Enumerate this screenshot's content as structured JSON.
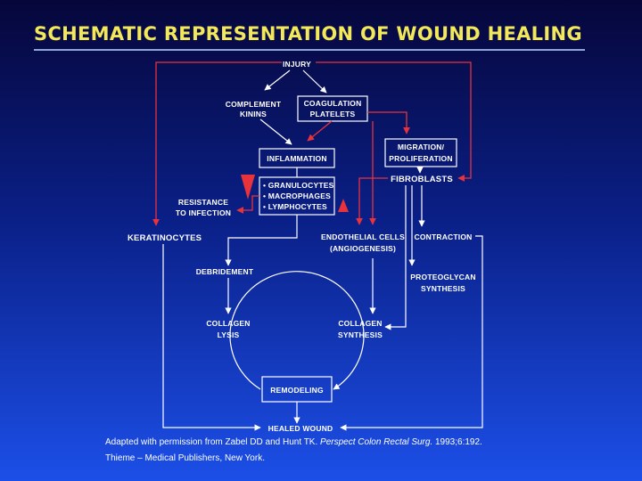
{
  "title": "SCHEMATIC REPRESENTATION OF WOUND HEALING",
  "nodes": {
    "injury": "INJURY",
    "complement_1": "COMPLEMENT",
    "complement_2": "KININS",
    "coagulation_1": "COAGULATION",
    "coagulation_2": "PLATELETS",
    "inflammation": "INFLAMMATION",
    "cells_1": "• GRANULOCYTES",
    "cells_2": "• MACROPHAGES",
    "cells_3": "• LYMPHOCYTES",
    "migration_1": "MIGRATION/",
    "migration_2": "PROLIFERATION",
    "fibroblasts": "FIBROBLASTS",
    "resistance_1": "RESISTANCE",
    "resistance_2": "TO INFECTION",
    "keratinocytes": "KERATINOCYTES",
    "endothelial_1": "ENDOTHELIAL CELLS",
    "endothelial_2": "(ANGIOGENESIS)",
    "contraction": "CONTRACTION",
    "debridement": "DEBRIDEMENT",
    "proteoglycan_1": "PROTEOGLYCAN",
    "proteoglycan_2": "SYNTHESIS",
    "collagen_lysis_1": "COLLAGEN",
    "collagen_lysis_2": "LYSIS",
    "collagen_synth_1": "COLLAGEN",
    "collagen_synth_2": "SYNTHESIS",
    "remodeling": "REMODELING",
    "healed": "HEALED WOUND"
  },
  "citation": {
    "line1_pre": "Adapted with permission from Zabel DD and Hunt TK.",
    "line1_journal": "Perspect Colon Rectal Surg.",
    "line1_post": "1993;6:192.",
    "line2": "Thieme – Medical Publishers, New York."
  },
  "colors": {
    "title": "#f2e85a",
    "arrow_red": "#e8323c",
    "arrow_white": "#ffffff"
  }
}
